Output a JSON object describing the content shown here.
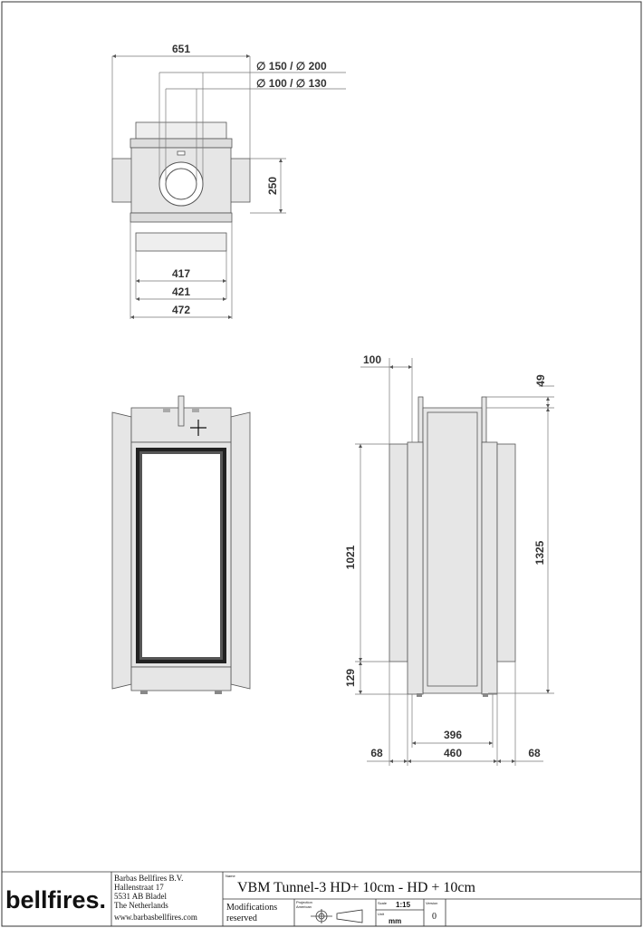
{
  "top_view": {
    "dim_width": "651",
    "dim_outer_diameter": "∅ 150 / ∅ 200",
    "dim_inner_diameter": "∅ 100 / ∅ 130",
    "dim_depth": "250",
    "dim_417": "417",
    "dim_421": "421",
    "dim_472": "472"
  },
  "side_view": {
    "dim_100": "100",
    "dim_49": "49",
    "dim_1021": "1021",
    "dim_1325": "1325",
    "dim_129": "129",
    "dim_396": "396",
    "dim_460": "460",
    "dim_68_left": "68",
    "dim_68_right": "68"
  },
  "title_block": {
    "logo": "bellfires.",
    "company": [
      "Barbas Bellfires B.V.",
      "Hallenstraat 17",
      "5531 AB Bladel",
      "The Netherlands",
      "www.barbasbellfires.com"
    ],
    "name_label": "Name",
    "name": "VBM Tunnel-3 HD+ 10cm - HD + 10cm",
    "modifications": [
      "Modifications",
      "reserved"
    ],
    "projection_label": [
      "Projection",
      "American"
    ],
    "scale_label": "Scale",
    "scale": "1:15",
    "unit_label": "Unit",
    "unit": "mm",
    "version_label": "Version",
    "version": "0"
  },
  "colors": {
    "line": "#555555",
    "dim_line": "#777777",
    "body_fill": "#e6e6e6",
    "frame_dark": "#222222"
  }
}
